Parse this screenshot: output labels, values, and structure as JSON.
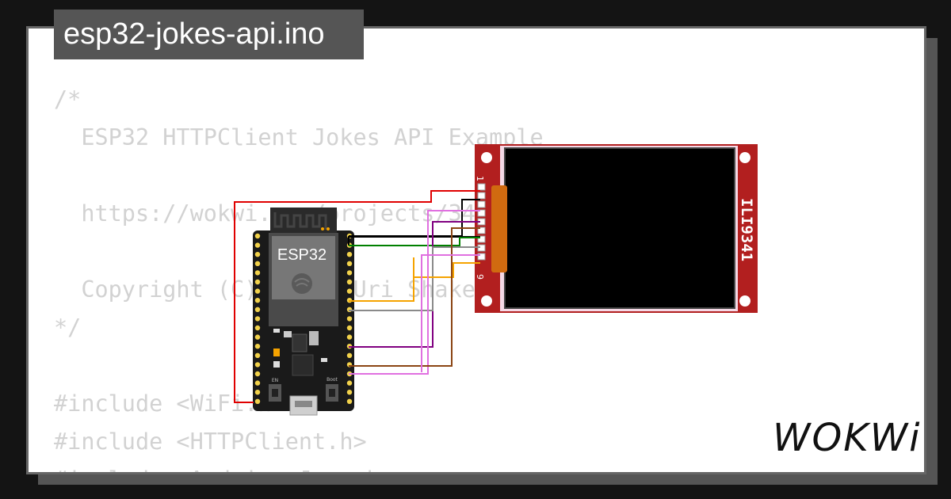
{
  "title": "esp32-jokes-api.ino",
  "code_lines": [
    "/*",
    "  ESP32 HTTPClient Jokes API Example",
    "",
    "  https://wokwi.com/projects/342032431249883731",
    "",
    "  Copyright (C) 2022, Uri Shaked",
    "*/",
    "",
    "#include <WiFi.h>",
    "#include <HTTPClient.h>",
    "#include <Arduino_Json.h>"
  ],
  "esp32": {
    "label": "ESP32",
    "boot_label": "Boot",
    "en_label": "EN"
  },
  "display": {
    "label": "ILI9341",
    "pin_first": "1",
    "pin_last": "9"
  },
  "logo": "WOKWi",
  "colors": {
    "background": "#141414",
    "card": "#ffffff",
    "tab": "#555555",
    "board": "#1a1a1a",
    "display_pcb": "#b21f1f",
    "screen": "#000000",
    "wire_red": "#e00000",
    "wire_black": "#000000",
    "wire_green": "#008000",
    "wire_purple": "#800080",
    "wire_gray": "#8a8a8a",
    "wire_orange": "#f5a300",
    "wire_pink": "#e070e0",
    "wire_brown": "#8b4513"
  }
}
